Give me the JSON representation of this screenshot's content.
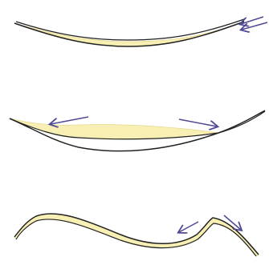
{
  "diagram": {
    "panels": [
      {
        "id": "top",
        "description_visible": false,
        "arrows": 2
      },
      {
        "id": "middle",
        "description_visible": false,
        "arrows": 2
      },
      {
        "id": "bottom",
        "description_visible": false,
        "arrows": 2
      }
    ],
    "colors": {
      "fill": "#f7efb4",
      "outline": "#222222",
      "arrow": "#4f4a93",
      "background": "#ffffff"
    }
  }
}
